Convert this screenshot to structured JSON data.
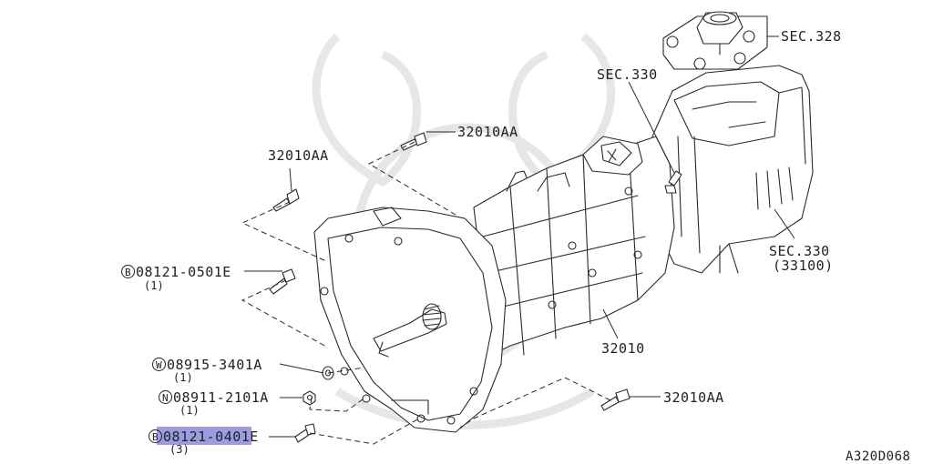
{
  "diagram_code": "A320D068",
  "colors": {
    "line": "#2a2a2a",
    "highlight": "#7b7bd8",
    "watermark": "#e6e6e6"
  },
  "callouts": {
    "sec328": {
      "text": "SEC.328"
    },
    "sec330_top": {
      "text": "SEC.330"
    },
    "p32010aa_top": {
      "text": "32010AA"
    },
    "p32010aa_left": {
      "text": "32010AA"
    },
    "p08121_0501e": {
      "badge": "B",
      "text": "08121-0501E",
      "qty": "(1)"
    },
    "sec330_right": {
      "text": "SEC.330",
      "sub": "(33100)"
    },
    "p32010": {
      "text": "32010"
    },
    "p08915": {
      "badge": "W",
      "text": "08915-3401A",
      "qty": "(1)"
    },
    "p08911": {
      "badge": "N",
      "text": "08911-2101A",
      "qty": "(1)"
    },
    "p32010aa_bottom": {
      "text": "32010AA"
    },
    "p08121_0401e": {
      "badge": "B",
      "text": "08121-0401E",
      "qty": "(3)",
      "highlighted": true
    }
  }
}
